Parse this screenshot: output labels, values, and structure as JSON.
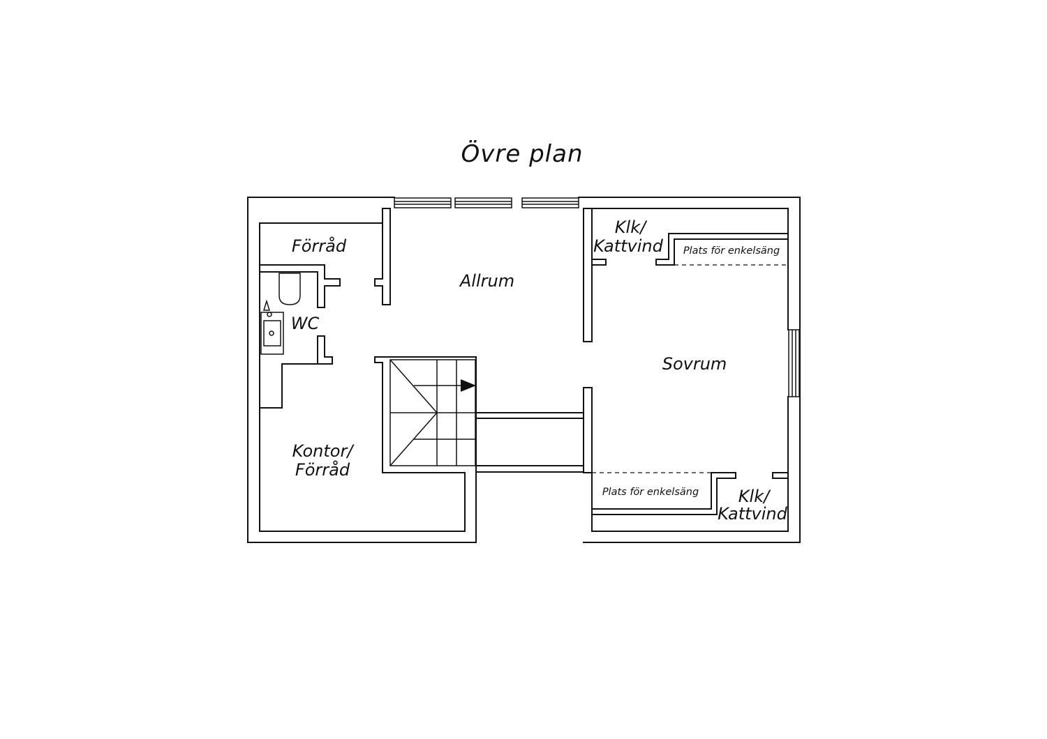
{
  "title": "Övre plan",
  "rooms": {
    "forrad_top": "Förråd",
    "wc": "WC",
    "allrum": "Allrum",
    "kontor_line1": "Kontor/",
    "kontor_line2": "Förråd",
    "sovrum": "Sovrum",
    "klk_top_line1": "Klk/",
    "klk_top_line2": "Kattvind",
    "klk_bottom_line1": "Klk/",
    "klk_bottom_line2": "Kattvind"
  },
  "notes": {
    "bed_top": "Plats för enkelsäng",
    "bed_bottom": "Plats för enkelsäng"
  },
  "colors": {
    "line": "#111111",
    "background": "#ffffff"
  }
}
